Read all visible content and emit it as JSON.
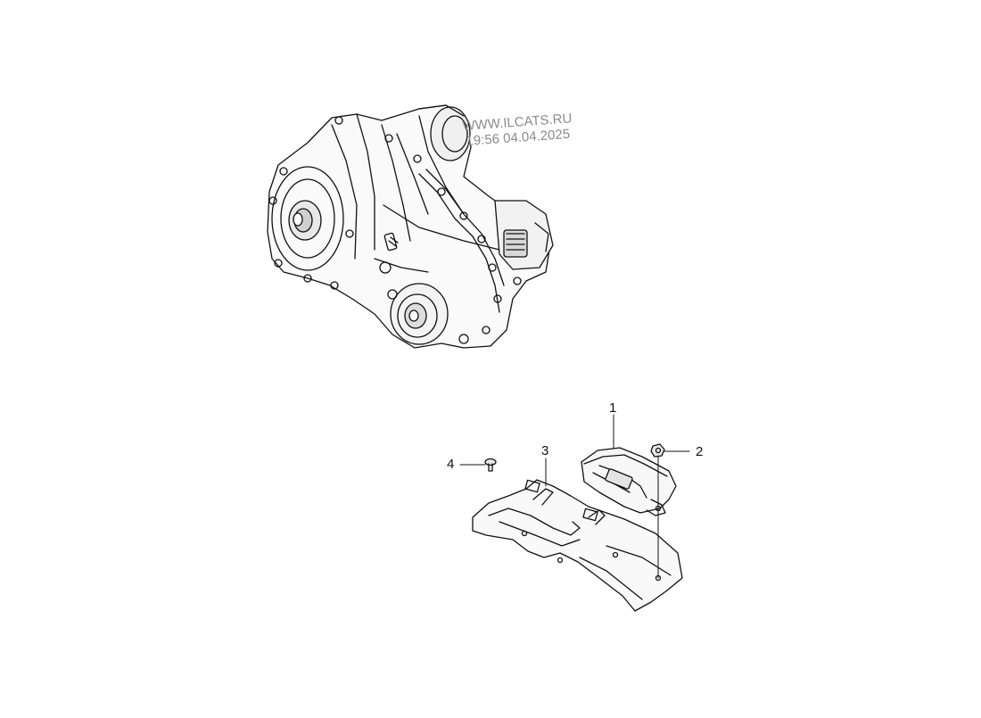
{
  "watermark": {
    "site": "WWW.ILCATS.RU",
    "stamp": "19:56 04.04.2025"
  },
  "callouts": {
    "c1": "1",
    "c2": "2",
    "c3": "3",
    "c4": "4"
  },
  "colors": {
    "line": "#111111",
    "watermark": "#8c8c8c",
    "background": "#ffffff"
  }
}
